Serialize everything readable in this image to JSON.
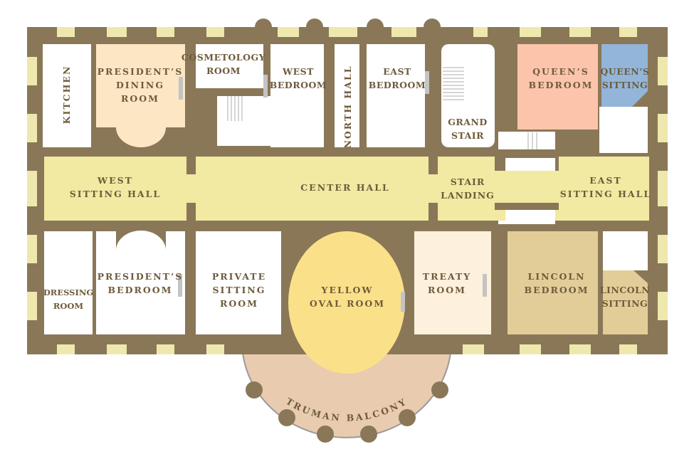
{
  "title": "White House Second Floor",
  "colors": {
    "wall": "#8a7757",
    "band": "#efe8ae",
    "hall": "#f2e9a2",
    "dining": "#fde6c4",
    "queens_bedroom": "#fcc5ab",
    "queens_sitting": "#92b5d9",
    "treaty": "#fdf0dc",
    "lincoln": "#e2cd98",
    "yellow_oval": "#fbe08a",
    "balcony": "#e9cbb0",
    "text": "#6e5b3b"
  },
  "rooms": {
    "kitchen": "KITCHEN",
    "presidents_dining": [
      "PRESIDENT’S",
      "DINING",
      "ROOM"
    ],
    "cosmetology": [
      "COSMETOLOGY",
      "ROOM"
    ],
    "west_bedroom": [
      "WEST",
      "BEDROOM"
    ],
    "north_hall": "NORTH HALL",
    "east_bedroom": [
      "EAST",
      "BEDROOM"
    ],
    "grand_stair": [
      "GRAND",
      "STAIR"
    ],
    "queens_bedroom": [
      "QUEEN’S",
      "BEDROOM"
    ],
    "queens_sitting": [
      "QUEEN’S",
      "SITTING"
    ],
    "west_sitting_hall": [
      "WEST",
      "SITTING HALL"
    ],
    "center_hall": "CENTER HALL",
    "stair_landing": [
      "STAIR",
      "LANDING"
    ],
    "east_sitting_hall": [
      "EAST",
      "SITTING HALL"
    ],
    "dressing_room": [
      "DRESSING",
      "ROOM"
    ],
    "presidents_bedroom": [
      "PRESIDENT’S",
      "BEDROOM"
    ],
    "private_sitting": [
      "PRIVATE",
      "SITTING",
      "ROOM"
    ],
    "yellow_oval": [
      "YELLOW",
      "OVAL ROOM"
    ],
    "treaty_room": [
      "TREATY",
      "ROOM"
    ],
    "lincoln_bedroom": [
      "LINCOLN",
      "BEDROOM"
    ],
    "lincoln_sitting": [
      "LINCOLN",
      "SITTING"
    ],
    "truman_balcony": "TRUMAN BALCONY"
  }
}
